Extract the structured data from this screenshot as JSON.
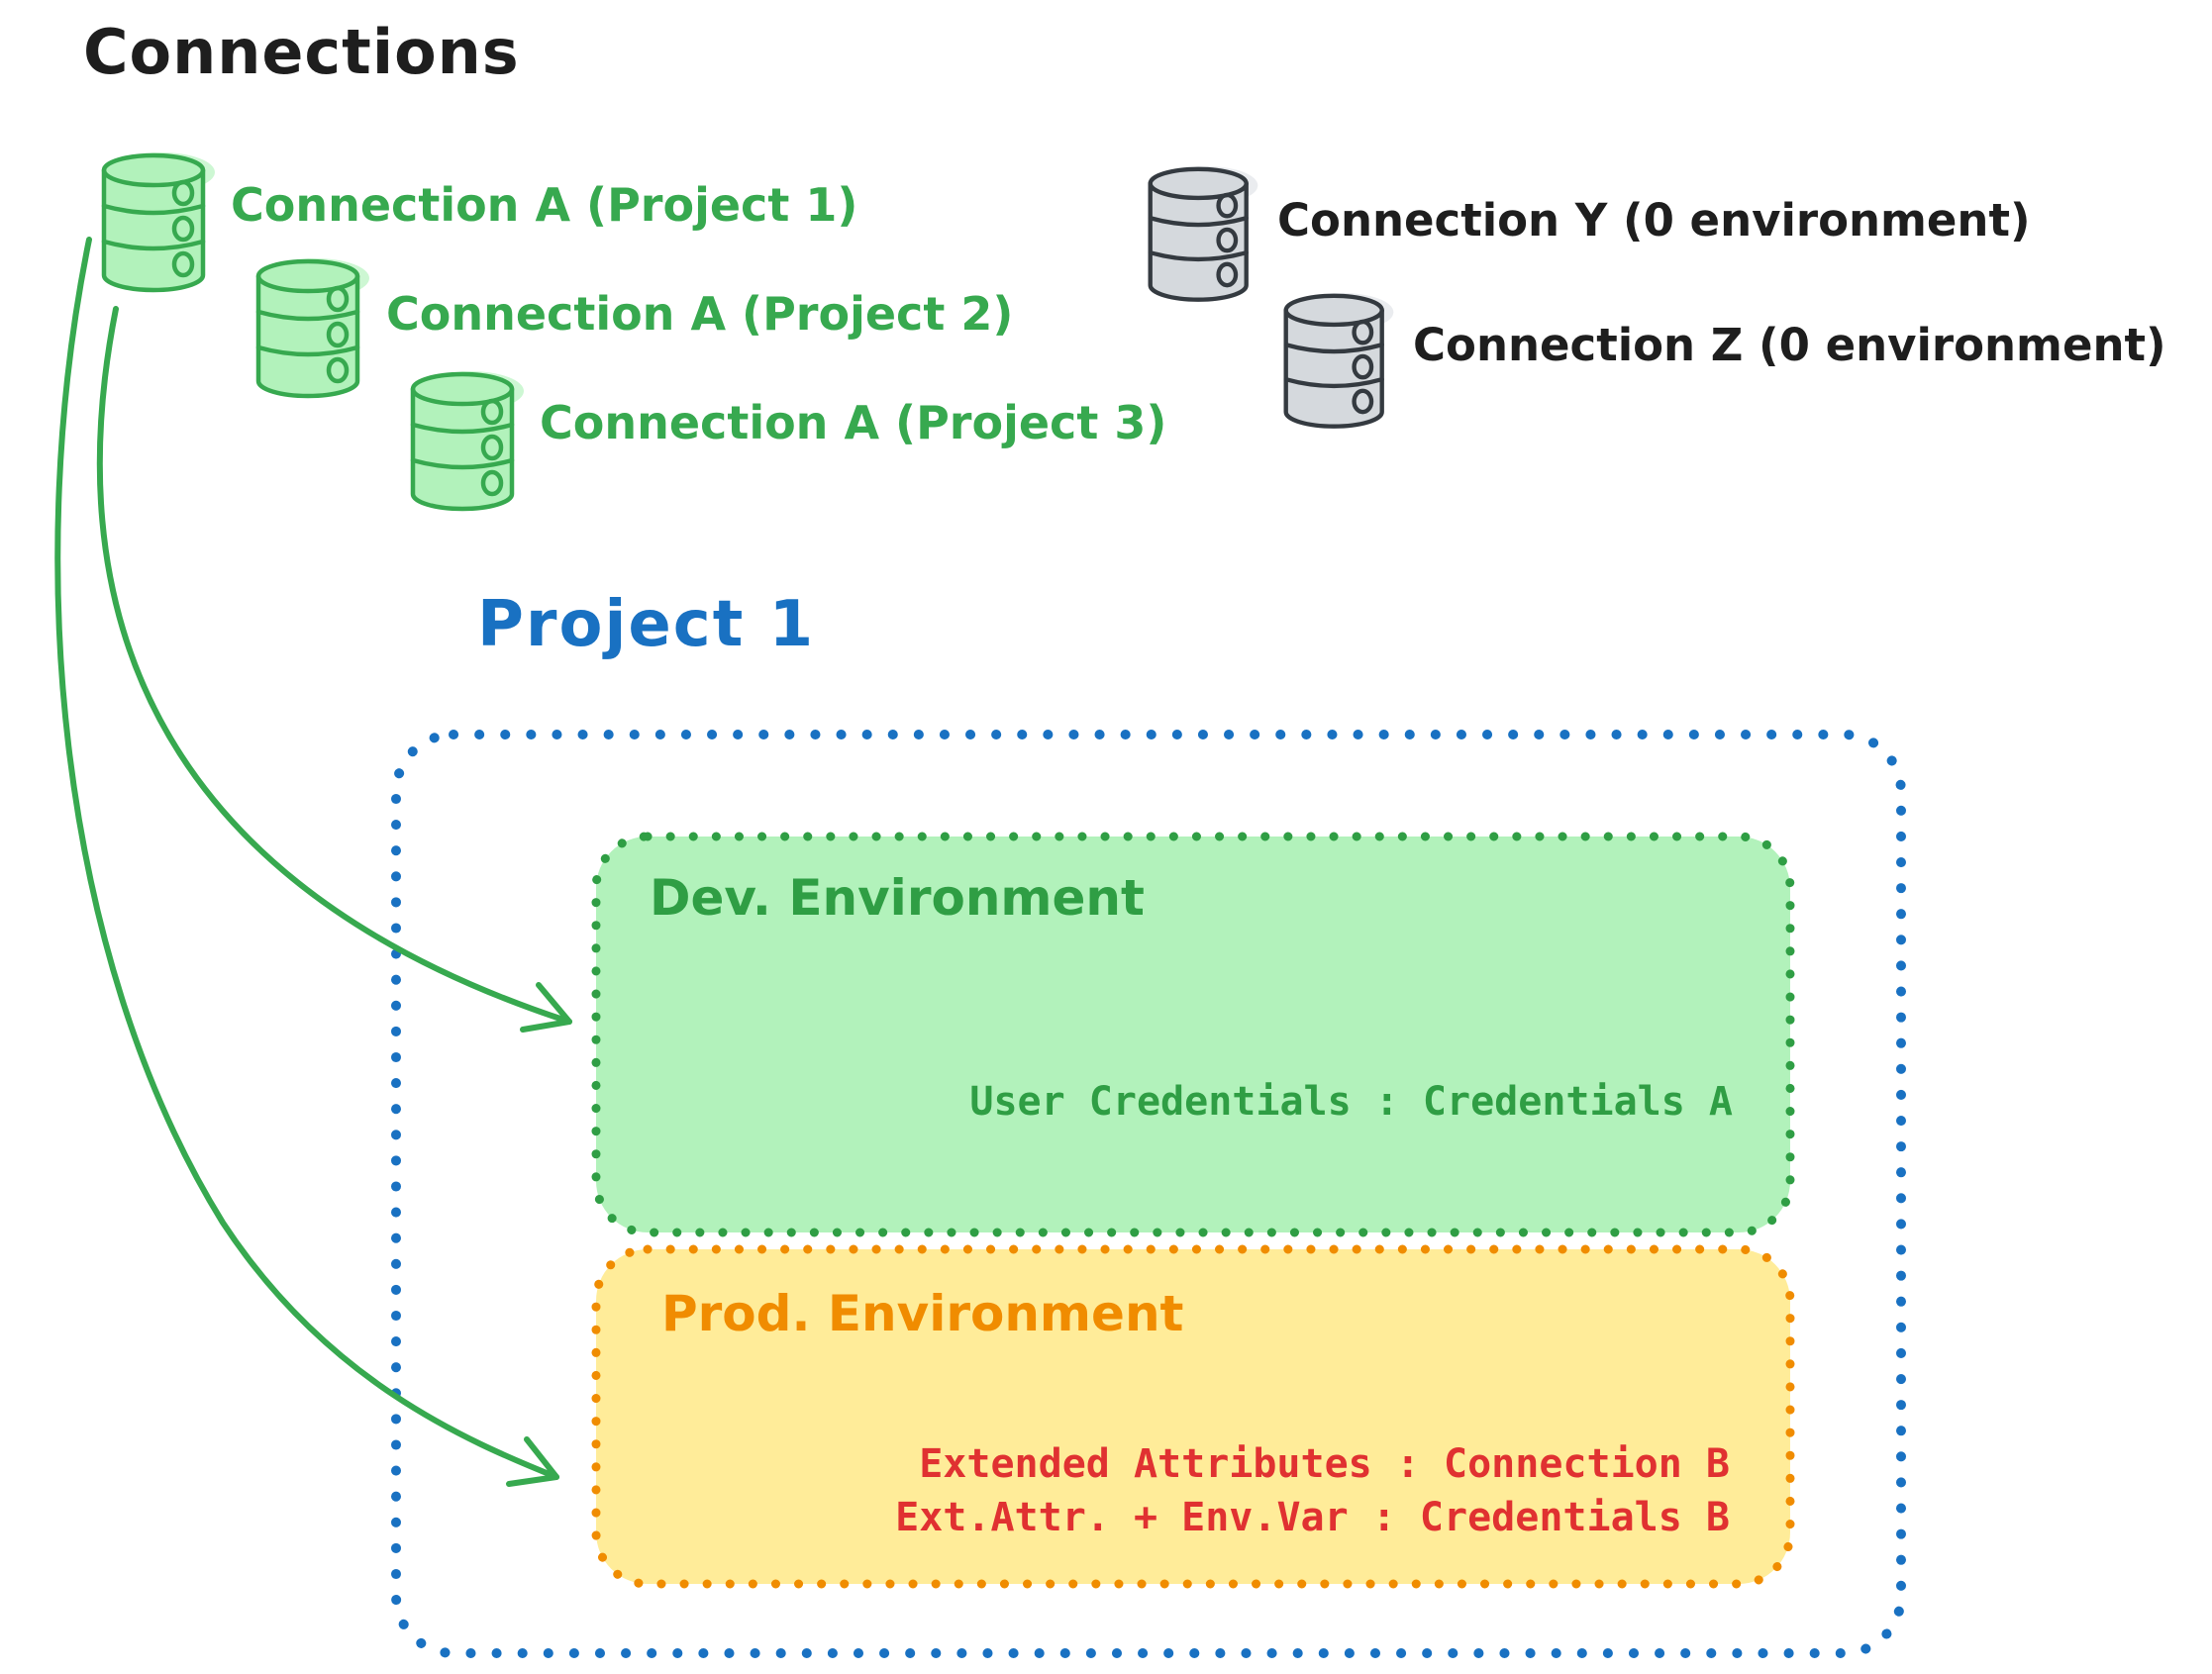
{
  "diagram_title": "Connections",
  "palette": {
    "text_black": "#1e1e1e",
    "green_bright": "#37a94f",
    "green_fill": "#b2f2bb",
    "green_dark": "#2f9e44",
    "gray_fill": "#d5d9dd",
    "gray_stroke": "#343a40",
    "blue": "#1971c2",
    "orange": "#f08c00",
    "yellow_fill": "#ffec99",
    "red": "#e03131"
  },
  "green_connections": [
    {
      "icon": "database-icon-green",
      "label": "Connection A (Project 1)"
    },
    {
      "icon": "database-icon-green",
      "label": "Connection A (Project 2)"
    },
    {
      "icon": "database-icon-green",
      "label": "Connection A (Project 3)"
    }
  ],
  "gray_connections": [
    {
      "icon": "database-icon-gray",
      "label": "Connection Y (0 environment)"
    },
    {
      "icon": "database-icon-gray",
      "label": "Connection Z (0 environment)"
    }
  ],
  "project": {
    "title": "Project 1",
    "environments": [
      {
        "title": "Dev. Environment",
        "mappings": [
          "User Credentials : Credentials A"
        ]
      },
      {
        "title": "Prod. Environment",
        "mappings": [
          "Extended Attributes : Connection B",
          "Ext.Attr. + Env.Var : Credentials B"
        ]
      }
    ]
  }
}
